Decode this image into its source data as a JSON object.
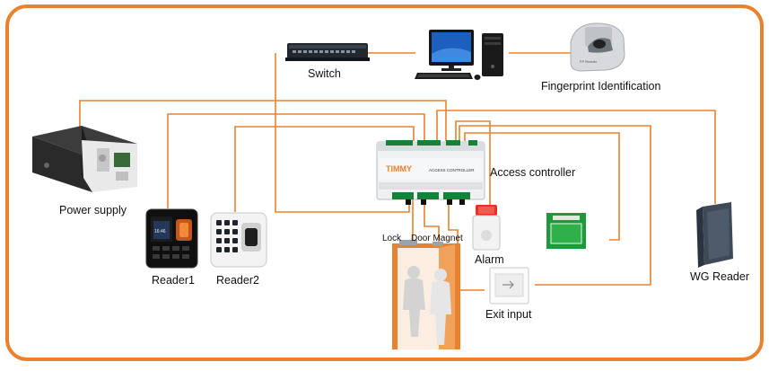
{
  "labels": {
    "switch": "Switch",
    "fingerprint": "Fingerprint Identification",
    "power_supply": "Power supply",
    "access_controller": "Access controller",
    "reader1": "Reader1",
    "reader2": "Reader2",
    "lock": "Lock",
    "door_magnet": "Door Magnet",
    "alarm": "Alarm",
    "exit_input": "Exit input",
    "wg_reader": "WG Reader",
    "controller_brand": "TIMMY",
    "controller_panel_text": "ACCESS CONTROLLER",
    "fingerprint_brand": "FP Reader",
    "reader1_screen": "16:46"
  },
  "colors": {
    "frame": "#e8822e",
    "wire": "#e8822e"
  }
}
